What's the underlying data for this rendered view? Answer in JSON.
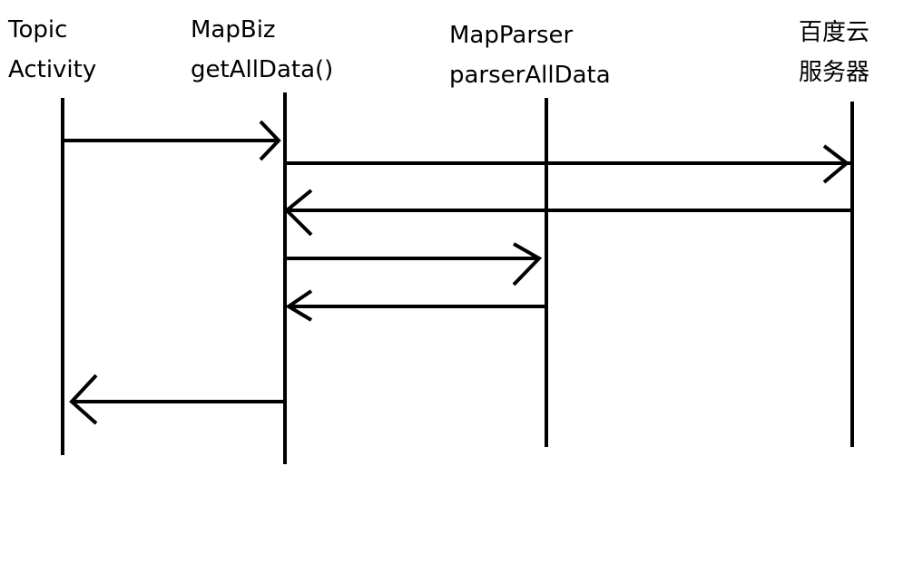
{
  "diagram": {
    "participants": [
      {
        "id": "topic",
        "line1": "Topic",
        "line2": "Activity"
      },
      {
        "id": "mapbiz",
        "line1": "MapBiz",
        "line2": "getAllData()"
      },
      {
        "id": "mapparser",
        "line1": "MapParser",
        "line2": "parserAllData"
      },
      {
        "id": "baidu",
        "line1": "百度云",
        "line2": "服务器"
      }
    ],
    "messages": [
      {
        "from": "topic",
        "to": "mapbiz"
      },
      {
        "from": "mapbiz",
        "to": "baidu"
      },
      {
        "from": "baidu",
        "to": "mapbiz"
      },
      {
        "from": "mapbiz",
        "to": "mapparser"
      },
      {
        "from": "mapparser",
        "to": "mapbiz"
      },
      {
        "from": "mapbiz",
        "to": "topic"
      }
    ],
    "stroke_color": "#000000"
  }
}
